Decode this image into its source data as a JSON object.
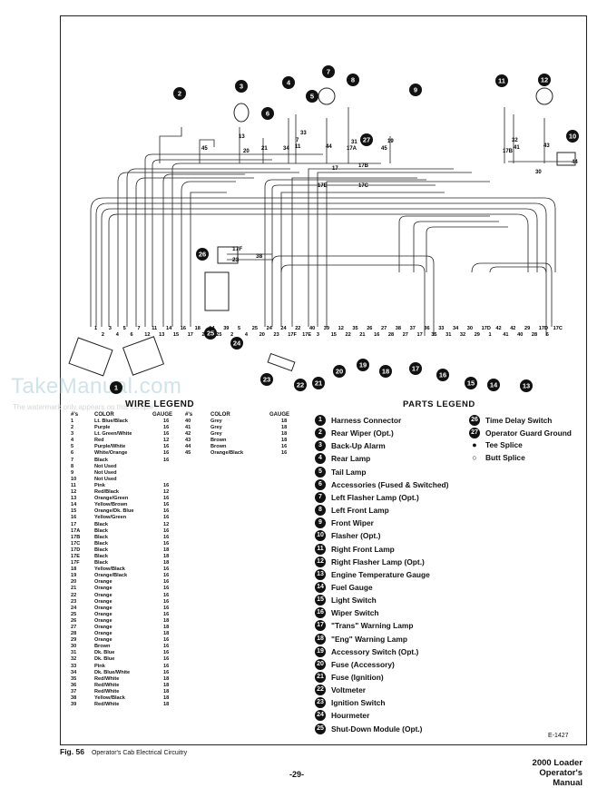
{
  "watermark": {
    "main": "TakeManual.com",
    "sub": "The watermark only appears on this sample"
  },
  "figure": {
    "number": "Fig. 56",
    "caption": "Operator's Cab Electrical Circuitry",
    "ref": "E-1427"
  },
  "footer": {
    "page": "-29-",
    "line1": "2000 Loader",
    "line2": "Operator's Manual"
  },
  "wire_legend": {
    "title": "WIRE LEGEND",
    "headers": {
      "num": "#'s",
      "color": "COLOR",
      "gauge": "GAUGE"
    },
    "left": [
      [
        "1",
        "Lt. Blue/Black",
        "16"
      ],
      [
        "2",
        "Purple",
        "16"
      ],
      [
        "3",
        "Lt. Green/White",
        "16"
      ],
      [
        "4",
        "Red",
        "12"
      ],
      [
        "5",
        "Purple/White",
        "16"
      ],
      [
        "6",
        "White/Orange",
        "16"
      ],
      [
        "7",
        "Black",
        "16"
      ],
      [
        "8",
        "Not Used",
        ""
      ],
      [
        "9",
        "Not Used",
        ""
      ],
      [
        "10",
        "Not Used",
        ""
      ],
      [
        "11",
        "Pink",
        "16"
      ],
      [
        "12",
        "Red/Black",
        "12"
      ],
      [
        "13",
        "Orange/Green",
        "16"
      ],
      [
        "14",
        "Yellow/Brown",
        "16"
      ],
      [
        "15",
        "Orange/Dk. Blue",
        "16"
      ],
      [
        "16",
        "Yellow/Green",
        "16"
      ],
      [
        "17",
        "Black",
        "12"
      ],
      [
        "17A",
        "Black",
        "16"
      ],
      [
        "17B",
        "Black",
        "16"
      ],
      [
        "17C",
        "Black",
        "16"
      ],
      [
        "17D",
        "Black",
        "18"
      ],
      [
        "17E",
        "Black",
        "18"
      ],
      [
        "17F",
        "Black",
        "18"
      ],
      [
        "18",
        "Yellow/Black",
        "16"
      ],
      [
        "19",
        "Orange/Black",
        "16"
      ],
      [
        "20",
        "Orange",
        "16"
      ],
      [
        "21",
        "Orange",
        "16"
      ],
      [
        "22",
        "Orange",
        "16"
      ],
      [
        "23",
        "Orange",
        "16"
      ],
      [
        "24",
        "Orange",
        "16"
      ],
      [
        "25",
        "Orange",
        "16"
      ],
      [
        "26",
        "Orange",
        "18"
      ],
      [
        "27",
        "Orange",
        "18"
      ],
      [
        "28",
        "Orange",
        "18"
      ],
      [
        "29",
        "Orange",
        "16"
      ],
      [
        "30",
        "Brown",
        "16"
      ],
      [
        "31",
        "Dk. Blue",
        "16"
      ],
      [
        "32",
        "Dk. Blue",
        "16"
      ],
      [
        "33",
        "Pink",
        "16"
      ],
      [
        "34",
        "Dk. Blue/White",
        "16"
      ],
      [
        "35",
        "Red/White",
        "18"
      ],
      [
        "36",
        "Red/White",
        "18"
      ],
      [
        "37",
        "Red/White",
        "18"
      ],
      [
        "38",
        "Yellow/Black",
        "18"
      ],
      [
        "39",
        "Red/White",
        "18"
      ]
    ],
    "right": [
      [
        "40",
        "Grey",
        "18"
      ],
      [
        "41",
        "Grey",
        "18"
      ],
      [
        "42",
        "Grey",
        "18"
      ],
      [
        "43",
        "Brown",
        "18"
      ],
      [
        "44",
        "Brown",
        "16"
      ],
      [
        "45",
        "Orange/Black",
        "16"
      ]
    ]
  },
  "parts_legend": {
    "title": "PARTS LEGEND",
    "col1": [
      [
        "1",
        "Harness Connector"
      ],
      [
        "2",
        "Rear Wiper (Opt.)"
      ],
      [
        "3",
        "Back-Up Alarm"
      ],
      [
        "4",
        "Rear Lamp"
      ],
      [
        "5",
        "Tail Lamp"
      ],
      [
        "6",
        "Accessories (Fused & Switched)"
      ],
      [
        "7",
        "Left Flasher Lamp (Opt.)"
      ],
      [
        "8",
        "Left Front Lamp"
      ],
      [
        "9",
        "Front Wiper"
      ],
      [
        "10",
        "Flasher (Opt.)"
      ],
      [
        "11",
        "Right Front Lamp"
      ],
      [
        "12",
        "Right Flasher Lamp (Opt.)"
      ],
      [
        "13",
        "Engine Temperature Gauge"
      ],
      [
        "14",
        "Fuel Gauge"
      ],
      [
        "15",
        "Light Switch"
      ],
      [
        "16",
        "Wiper Switch"
      ],
      [
        "17",
        "\"Trans\" Warning Lamp"
      ],
      [
        "18",
        "\"Eng\" Warning Lamp"
      ],
      [
        "19",
        "Accessory Switch (Opt.)"
      ],
      [
        "20",
        "Fuse (Accessory)"
      ],
      [
        "21",
        "Fuse (Ignition)"
      ],
      [
        "22",
        "Voltmeter"
      ],
      [
        "23",
        "Ignition Switch"
      ],
      [
        "24",
        "Hourmeter"
      ],
      [
        "25",
        "Shut-Down Module (Opt.)"
      ]
    ],
    "col2": [
      [
        "26",
        "Time Delay Switch"
      ],
      [
        "27",
        "Operator Guard Ground"
      ],
      [
        "●",
        "Tee Splice"
      ],
      [
        "○",
        "Butt Splice"
      ]
    ]
  },
  "diagram": {
    "component_callouts": [
      "1",
      "2",
      "3",
      "4",
      "5",
      "6",
      "7",
      "8",
      "9",
      "10",
      "11",
      "12",
      "13",
      "14",
      "15",
      "16",
      "17",
      "18",
      "19",
      "20",
      "21",
      "22",
      "23",
      "24",
      "25",
      "26",
      "27"
    ],
    "wire_labels_top": [
      "45",
      "13",
      "21",
      "33",
      "7",
      "11",
      "34",
      "44",
      "31",
      "17A",
      "45",
      "19",
      "17B",
      "41",
      "32",
      "43",
      "44",
      "30",
      "20",
      "17",
      "17B",
      "17E",
      "17C"
    ],
    "wire_labels_bottom": [
      "1",
      "2",
      "3",
      "4",
      "5",
      "6",
      "7",
      "12",
      "11",
      "13",
      "14",
      "15",
      "16",
      "17",
      "18",
      "26",
      "14",
      "25",
      "39",
      "2",
      "5",
      "4",
      "25",
      "20",
      "24",
      "23",
      "24",
      "17F",
      "22",
      "17E",
      "40",
      "3",
      "39",
      "15",
      "12",
      "22",
      "35",
      "21",
      "26",
      "16",
      "27",
      "28",
      "38",
      "27",
      "37",
      "17",
      "36",
      "35",
      "33",
      "31",
      "34",
      "32",
      "30",
      "29",
      "17D",
      "1",
      "42",
      "41",
      "42",
      "40",
      "29",
      "28",
      "17D",
      "6",
      "17C"
    ],
    "module_labels": [
      "17F",
      "23",
      "38"
    ]
  }
}
